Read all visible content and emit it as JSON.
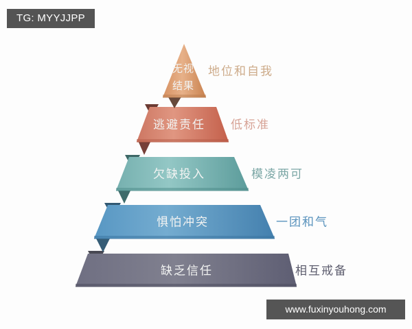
{
  "watermarks": {
    "top_left": "TG: MYYJJPP",
    "bottom_right": "www.fuxinyouhong.com"
  },
  "diagram": {
    "type": "pyramid",
    "title": "",
    "orientation": "apex-top",
    "levels": [
      {
        "index": 1,
        "position": "top",
        "inner_label_line1": "无视",
        "inner_label_line2": "结果",
        "inner_label": "无视结果",
        "side_label": "地位和自我",
        "fill_light": "#e3a878",
        "fill_dark": "#c98a59",
        "shadow": "#5a3a2a",
        "side_label_color": "#cdab8a"
      },
      {
        "index": 2,
        "position": "second",
        "inner_label": "逃避责任",
        "side_label": "低标准",
        "fill_light": "#dd8b78",
        "fill_dark": "#c96a55",
        "shadow": "#6b3028",
        "side_label_color": "#d7a396"
      },
      {
        "index": 3,
        "position": "middle",
        "inner_label": "欠缺投入",
        "side_label": "模凌两可",
        "fill_light": "#8cc4c2",
        "fill_dark": "#5f9e9e",
        "shadow": "#2f5d5c",
        "side_label_color": "#7ca7a6"
      },
      {
        "index": 4,
        "position": "fourth",
        "inner_label": "惧怕冲突",
        "side_label": "一团和气",
        "fill_light": "#6fa8cd",
        "fill_dark": "#4a86b4",
        "shadow": "#24506e",
        "side_label_color": "#5a93bd"
      },
      {
        "index": 5,
        "position": "base",
        "inner_label": "缺乏信任",
        "side_label": "相互戒备",
        "fill_light": "#7a7a8c",
        "fill_dark": "#63637a",
        "shadow": "#3a3a4a",
        "side_label_color": "#5d5d6e"
      }
    ]
  },
  "colors": {
    "background": "#fdfdfd",
    "badge_background": "#545454",
    "badge_text": "#ffffff",
    "inner_text": "#f2f3f2"
  }
}
